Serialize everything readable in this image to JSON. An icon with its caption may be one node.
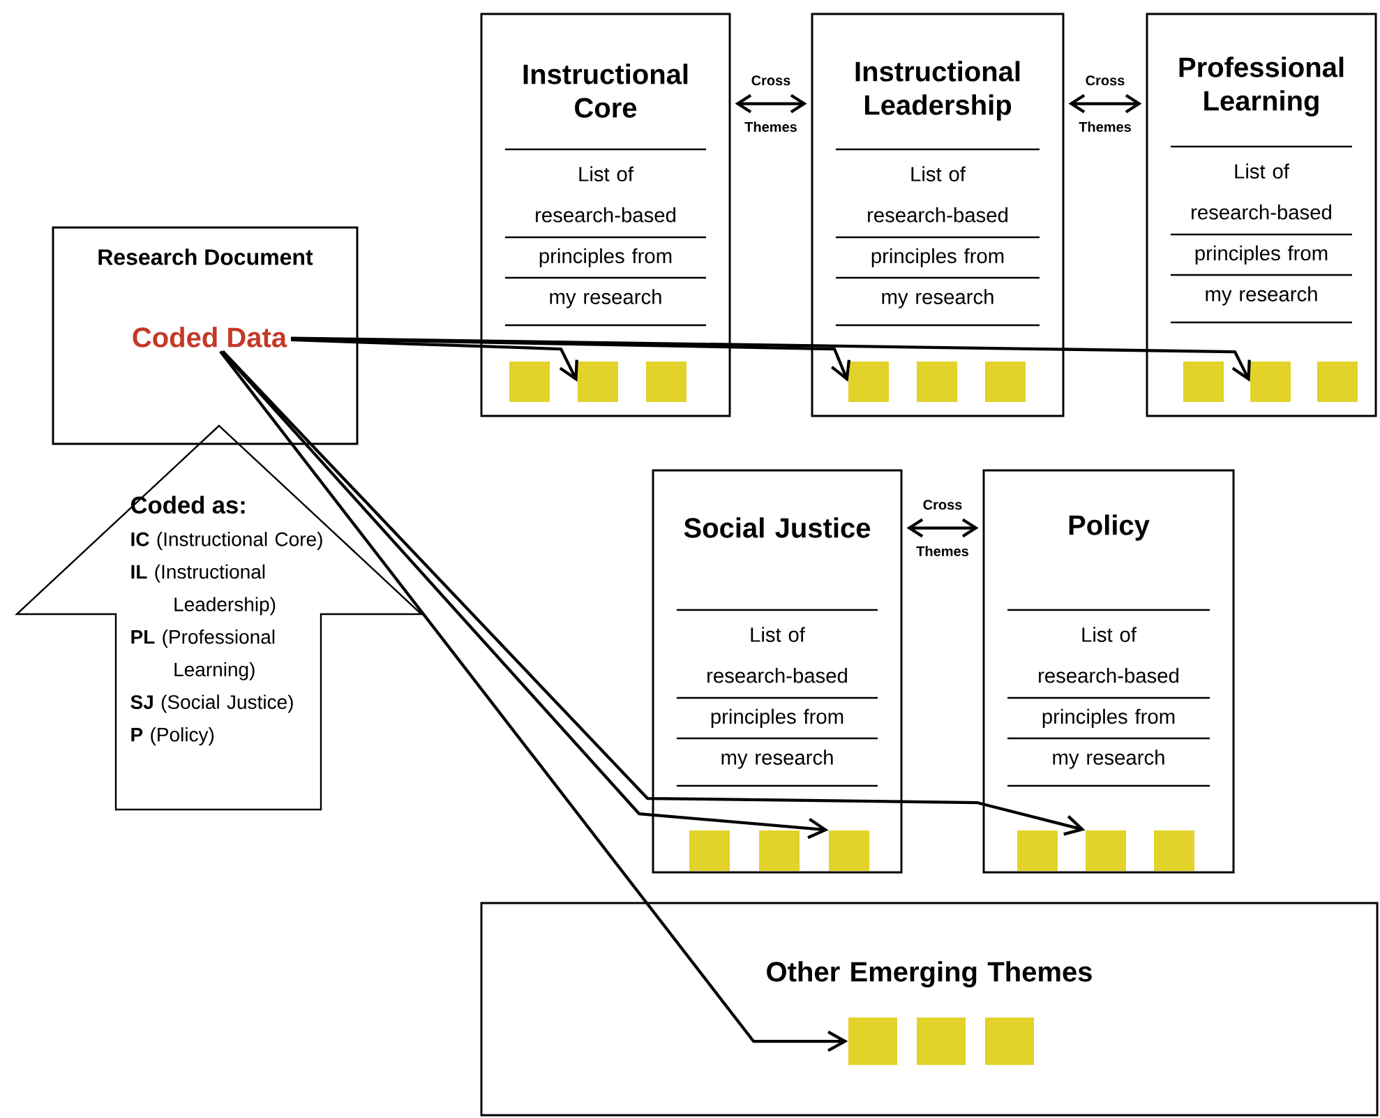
{
  "diagram": {
    "nodes": [
      {
        "text": [
          "Research Document"
        ]
      },
      {
        "text": [
          "Coded Data"
        ],
        "in": 0
      },
      {
        "text": [
          "Coded as:",
          "**IC** (Instructional Core)",
          "**IL** (Instructional Leadership)",
          "**PL** (Professional Learning)",
          "**SJ** (Social Justice)",
          "**P** (Policy)"
        ]
      },
      {
        "text": [
          "Instructional Core",
          "List of research-based principles from my research"
        ]
      },
      {
        "text": [],
        "shape": "box",
        "in": 3
      },
      {
        "text": [],
        "shape": "box",
        "in": 3
      },
      {
        "text": [],
        "shape": "box",
        "in": 3
      },
      {
        "text": [
          "Instructional Leadership",
          "List of research-based principles from my research"
        ]
      },
      {
        "text": [],
        "shape": "box",
        "in": 7
      },
      {
        "text": [],
        "shape": "box",
        "in": 7
      },
      {
        "text": [],
        "shape": "box",
        "in": 7
      },
      {
        "text": [
          "Professional Learning",
          "List of research-based principles from my research"
        ]
      },
      {
        "text": [],
        "shape": "box",
        "in": 11
      },
      {
        "text": [],
        "shape": "box",
        "in": 11
      },
      {
        "text": [],
        "shape": "box",
        "in": 11
      },
      {
        "text": [
          "Social Justice",
          "List of research-based principles from my research"
        ]
      },
      {
        "text": [],
        "shape": "box",
        "in": 15
      },
      {
        "text": [],
        "shape": "box",
        "in": 15
      },
      {
        "text": [],
        "shape": "box",
        "in": 15
      },
      {
        "text": [
          "Policy",
          "List of research-based principles from my research"
        ]
      },
      {
        "text": [],
        "shape": "box",
        "in": 19
      },
      {
        "text": [],
        "shape": "box",
        "in": 19
      },
      {
        "text": [],
        "shape": "box",
        "in": 19
      },
      {
        "text": [
          "Other Emerging Themes"
        ]
      },
      {
        "text": [],
        "shape": "box",
        "in": 23
      },
      {
        "text": [],
        "shape": "box",
        "in": 23
      },
      {
        "text": [],
        "shape": "box",
        "in": 23
      }
    ],
    "edges": [
      {
        "from": 3,
        "to": 7,
        "arrow": "both",
        "label": "Cross Themes"
      },
      {
        "from": 7,
        "to": 11,
        "arrow": "both",
        "label": "Cross Themes"
      },
      {
        "from": 15,
        "to": 19,
        "arrow": "both",
        "label": "Cross Themes"
      },
      {
        "from": 1,
        "to": 13,
        "arrow": "to"
      },
      {
        "from": 1,
        "to": 8,
        "arrow": "to"
      },
      {
        "from": 1,
        "to": 5,
        "arrow": "to"
      },
      {
        "from": 1,
        "to": 21,
        "arrow": "to"
      },
      {
        "from": 1,
        "to": 18,
        "arrow": "to"
      },
      {
        "from": 1,
        "to": 24,
        "arrow": "to"
      }
    ]
  }
}
